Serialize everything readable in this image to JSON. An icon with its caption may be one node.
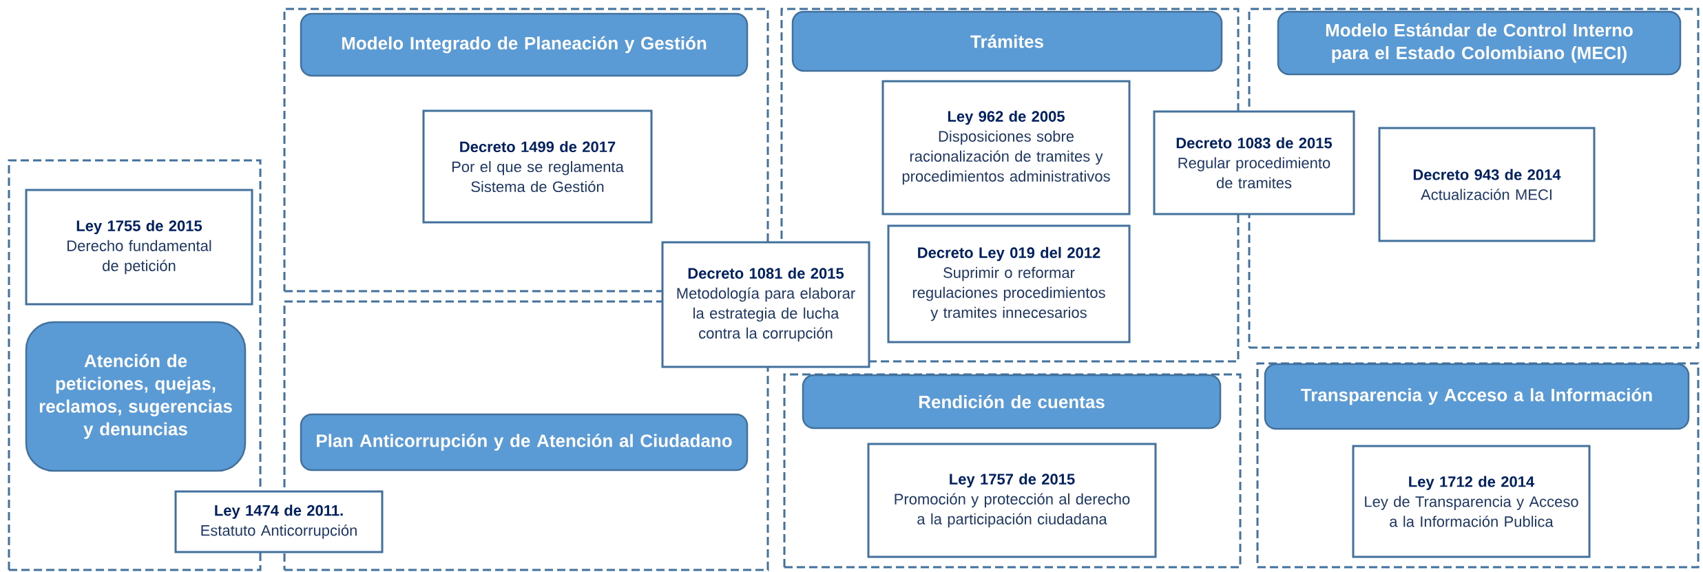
{
  "diagram": {
    "nodes": [
      {
        "text": [],
        "shape": "box"
      },
      {
        "text": [
          "Ley 1755 de 2015",
          "Derecho fundamental de petición"
        ],
        "in": 0
      },
      {
        "text": [
          "Atención de peticiones, quejas, reclamos, sugerencias y denuncias"
        ],
        "in": 0
      },
      {
        "text": [],
        "shape": "box"
      },
      {
        "text": [
          "Modelo Integrado de Planeación y Gestión"
        ],
        "in": 3
      },
      {
        "text": [
          "Decreto 1499 de 2017",
          "Por el que se reglamenta Sistema de Gestión"
        ],
        "in": 3
      },
      {
        "text": [],
        "shape": "box"
      },
      {
        "text": [
          "Plan Anticorrupción y de Atención al Ciudadano"
        ],
        "in": 6
      },
      {
        "text": [
          "Decreto 1081 de 2015",
          "Metodología para elaborar la estrategia de lucha contra la corrupción"
        ]
      },
      {
        "text": [
          "Ley 1474 de 2011.",
          "Estatuto Anticorrupción"
        ]
      },
      {
        "text": [],
        "shape": "box"
      },
      {
        "text": [
          "Trámites"
        ],
        "in": 10
      },
      {
        "text": [
          "Ley 962 de 2005",
          "Disposiciones sobre racionalización de tramites y procedimientos administrativos"
        ],
        "in": 10
      },
      {
        "text": [
          "Decreto Ley 019 del 2012",
          "Suprimir o reformar regulaciones procedimientos y tramites innecesarios"
        ],
        "in": 10
      },
      {
        "text": [
          "Decreto 1083 de 2015",
          "Regular procedimiento de tramites"
        ]
      },
      {
        "text": [],
        "shape": "box"
      },
      {
        "text": [
          "Modelo Estándar de Control Interno para el Estado Colombiano (MECI)"
        ],
        "in": 15
      },
      {
        "text": [
          "Decreto 943 de 2014",
          "Actualización MECI"
        ],
        "in": 15
      },
      {
        "text": [],
        "shape": "box"
      },
      {
        "text": [
          "Rendición de cuentas"
        ],
        "in": 18
      },
      {
        "text": [
          "Ley 1757 de 2015",
          "Promoción y protección al derecho a la participación ciudadana"
        ],
        "in": 18
      },
      {
        "text": [],
        "shape": "box"
      },
      {
        "text": [
          "Transparencia y Acceso a la Información"
        ],
        "in": 21
      },
      {
        "text": [
          "Ley 1712 de 2014",
          "Ley de Transparencia y Acceso a la Información Publica"
        ],
        "in": 21
      }
    ]
  }
}
